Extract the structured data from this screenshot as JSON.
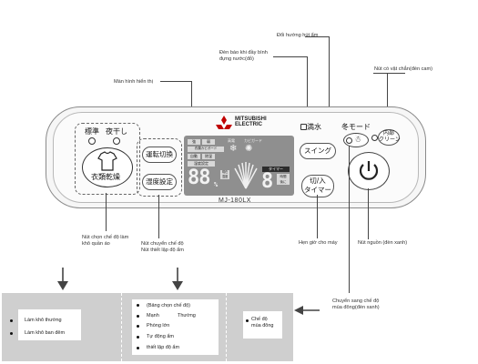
{
  "panel": {
    "brand_line1": "MITSUBISHI",
    "brand_line2": "ELECTRIC",
    "model": "MJ-180LX",
    "labels": {
      "standard": "標準",
      "night_dry": "夜干し",
      "clothes_dry": "衣類乾燥",
      "mode_switch": "運転切換",
      "humidity_set": "湿度設定",
      "water_full": "満水",
      "swing": "スイング",
      "timer": "切/入\nタイマー",
      "winter_mode": "冬モード",
      "internal_clean": "内部\nクリーン"
    },
    "lcd": {
      "cells": [
        "強",
        "弱",
        "衣類カビガード",
        "自動",
        "除湿",
        "湿度設定"
      ],
      "icon_labels": [
        "高電",
        "カビガード"
      ],
      "big_digits": "88",
      "unit": "%",
      "small_label": "現在\n湿度",
      "timer_label": "タイマー",
      "timer_digit": "8",
      "hours_label": "時間\n後に"
    }
  },
  "annotations": {
    "swing_direction": "Đổi hướng hút ẩm",
    "tank_full": "Đèn báo khi đầy bình\nđựng nước(đỏ)",
    "screen": "Màn hình hiển thị",
    "internal_clean": "Nút có vật chắn(đèn cam)",
    "clothes_dry": "Nút chọn chế độ làm\nkhô quần áo",
    "mode_humidity": "Nút chuyển chế độ\nNút thiết lập độ ẩm",
    "timer": "Hẹn giờ cho máy",
    "power": "Nút nguồn (đèn xanh)",
    "winter_mode": "Chuyển sang chế độ\nmùa đông(đèn xanh)"
  },
  "table": {
    "col1": [
      "Làm khô thường",
      "Làm khô ban đêm"
    ],
    "col2_header": "(Bảng chọn chế độ)",
    "col2_row1": [
      "Mạnh",
      "Thường"
    ],
    "col2": [
      "Phòng lớn",
      "Tự động ẩm",
      "thiết lập độ ẩm"
    ],
    "col3": "Chế độ\nmùa đông"
  }
}
